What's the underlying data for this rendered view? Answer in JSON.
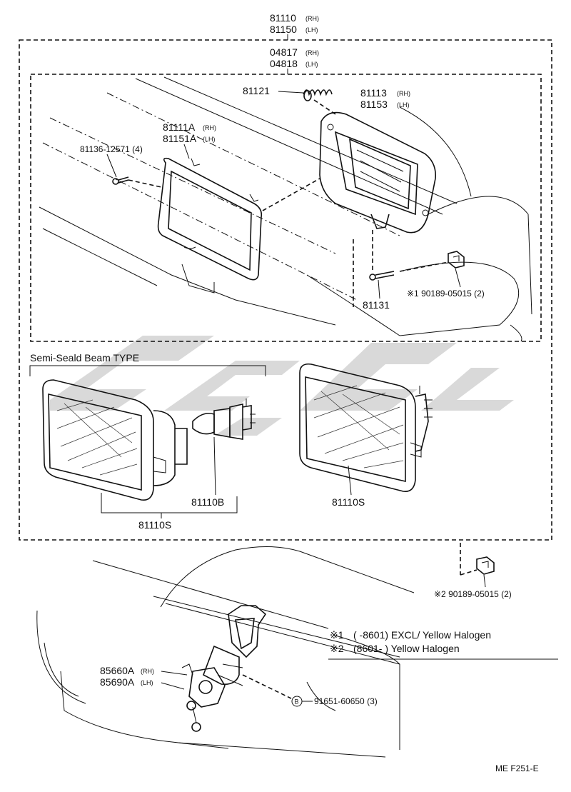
{
  "labels": {
    "assy_rh": "81110",
    "assy_rh_side": "(RH)",
    "assy_lh": "81150",
    "assy_lh_side": "(LH)",
    "unit_rh": "04817",
    "unit_rh_side": "(RH)",
    "unit_lh": "04818",
    "unit_lh_side": "(LH)",
    "spring": "81121",
    "housing_rh": "81113",
    "housing_rh_side": "(RH)",
    "housing_lh": "81153",
    "housing_lh_side": "(LH)",
    "retainer_rh": "81111A",
    "retainer_rh_side": "(RH)",
    "retainer_lh": "81151A",
    "retainer_lh_side": "(LH)",
    "screw": "81136-12571 (4)",
    "adjust_screw": "81131",
    "clip_1": "※1 90189-05015 (2)",
    "semi_seald_title": "Semi-Seald Beam TYPE",
    "bulb": "81110B",
    "sealed_beam_left": "81110S",
    "sealed_beam_right": "81110S",
    "clip_2": "※2 90189-05015 (2)",
    "note_1_mark": "※1",
    "note_1_text": "(      -8601) EXCL/ Yellow Halogen",
    "note_2_mark": "※2",
    "note_2_text": "(8601-        ) Yellow Halogen",
    "fog_rh": "85660A",
    "fog_rh_side": "(RH)",
    "fog_lh": "85690A",
    "fog_lh_side": "(LH)",
    "bolt_mark": "B",
    "bolt": "91651-60650 (3)",
    "diagram_code": "ME  F251-E"
  }
}
